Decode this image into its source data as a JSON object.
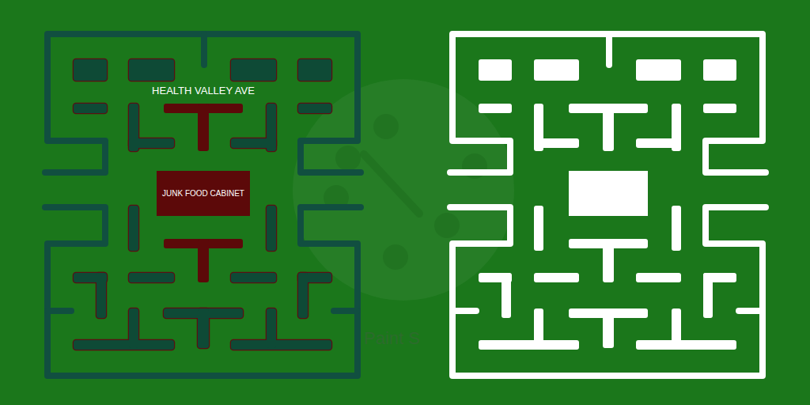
{
  "diagram": {
    "nodes": [
      {
        "text": [
          "JUNK FOOD CABINET"
        ]
      }
    ],
    "labels": [
      "HEALTH VALLEY AVE",
      "Paint S"
    ]
  }
}
